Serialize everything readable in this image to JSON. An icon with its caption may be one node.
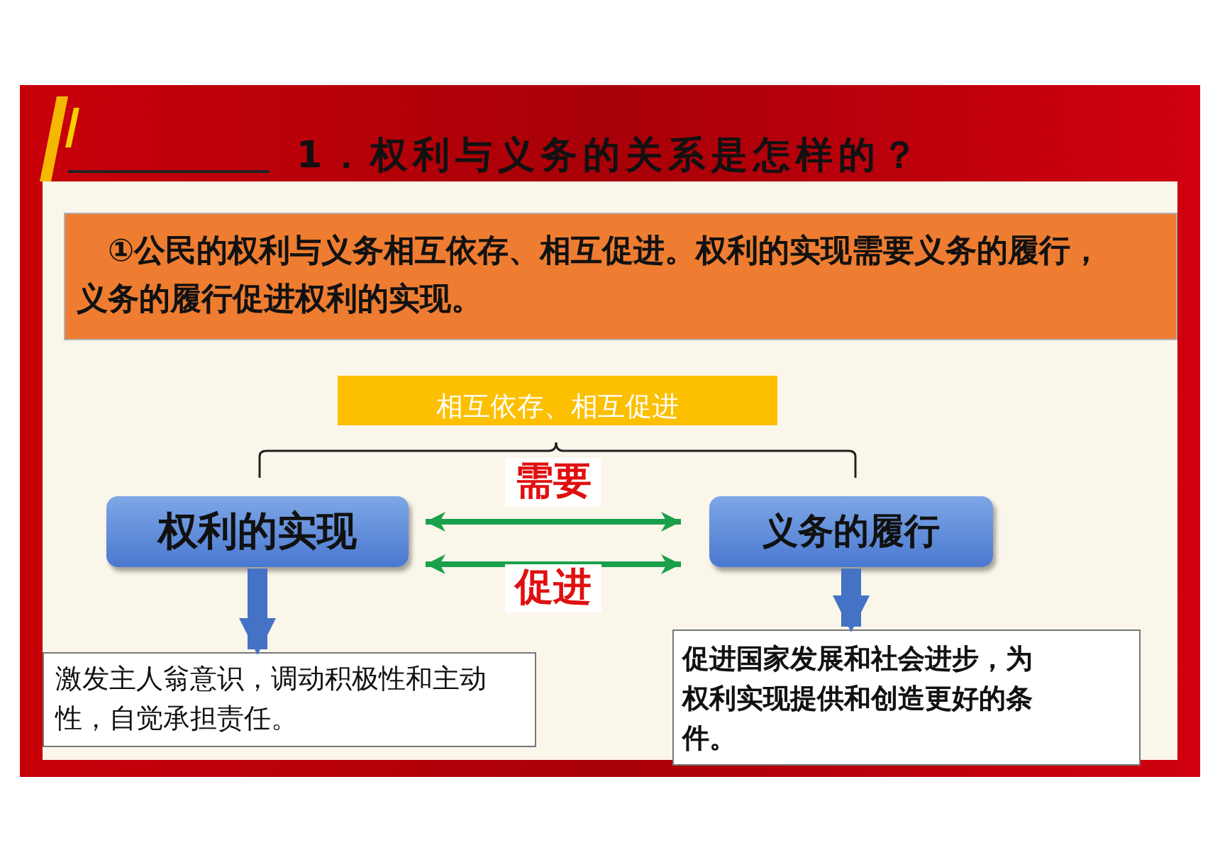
{
  "diagram": {
    "title": "1．权利与义务的关系是怎样的？",
    "nodes": [
      {
        "text": [
          "①公民的权利与义务相互依存、相互促进。权利的实现需要义务的履行，义务的履行促进权利的实现。"
        ]
      },
      {
        "text": [
          "相互依存、相互促进"
        ]
      },
      {
        "text": [
          "权利的实现"
        ]
      },
      {
        "text": [
          "义务的履行"
        ]
      },
      {
        "text": [
          "激发主人翁意识，调动积极性和主动性，自觉承担责任。"
        ]
      },
      {
        "text": [
          "促进国家发展和社会进步，为权利实现提供和创造更好的条件。"
        ]
      }
    ],
    "edges": [
      {
        "from": 2,
        "to": 3,
        "arrow": "both",
        "label": "需要",
        "color": "#1aa04a"
      },
      {
        "from": 2,
        "to": 3,
        "arrow": "both",
        "label": "促进",
        "color": "#1aa04a"
      },
      {
        "from": 2,
        "to": 4,
        "arrow": "to",
        "style": "thick",
        "color": "#4472c4"
      },
      {
        "from": 3,
        "to": 5,
        "arrow": "to",
        "style": "thick",
        "color": "#4472c4"
      }
    ]
  }
}
